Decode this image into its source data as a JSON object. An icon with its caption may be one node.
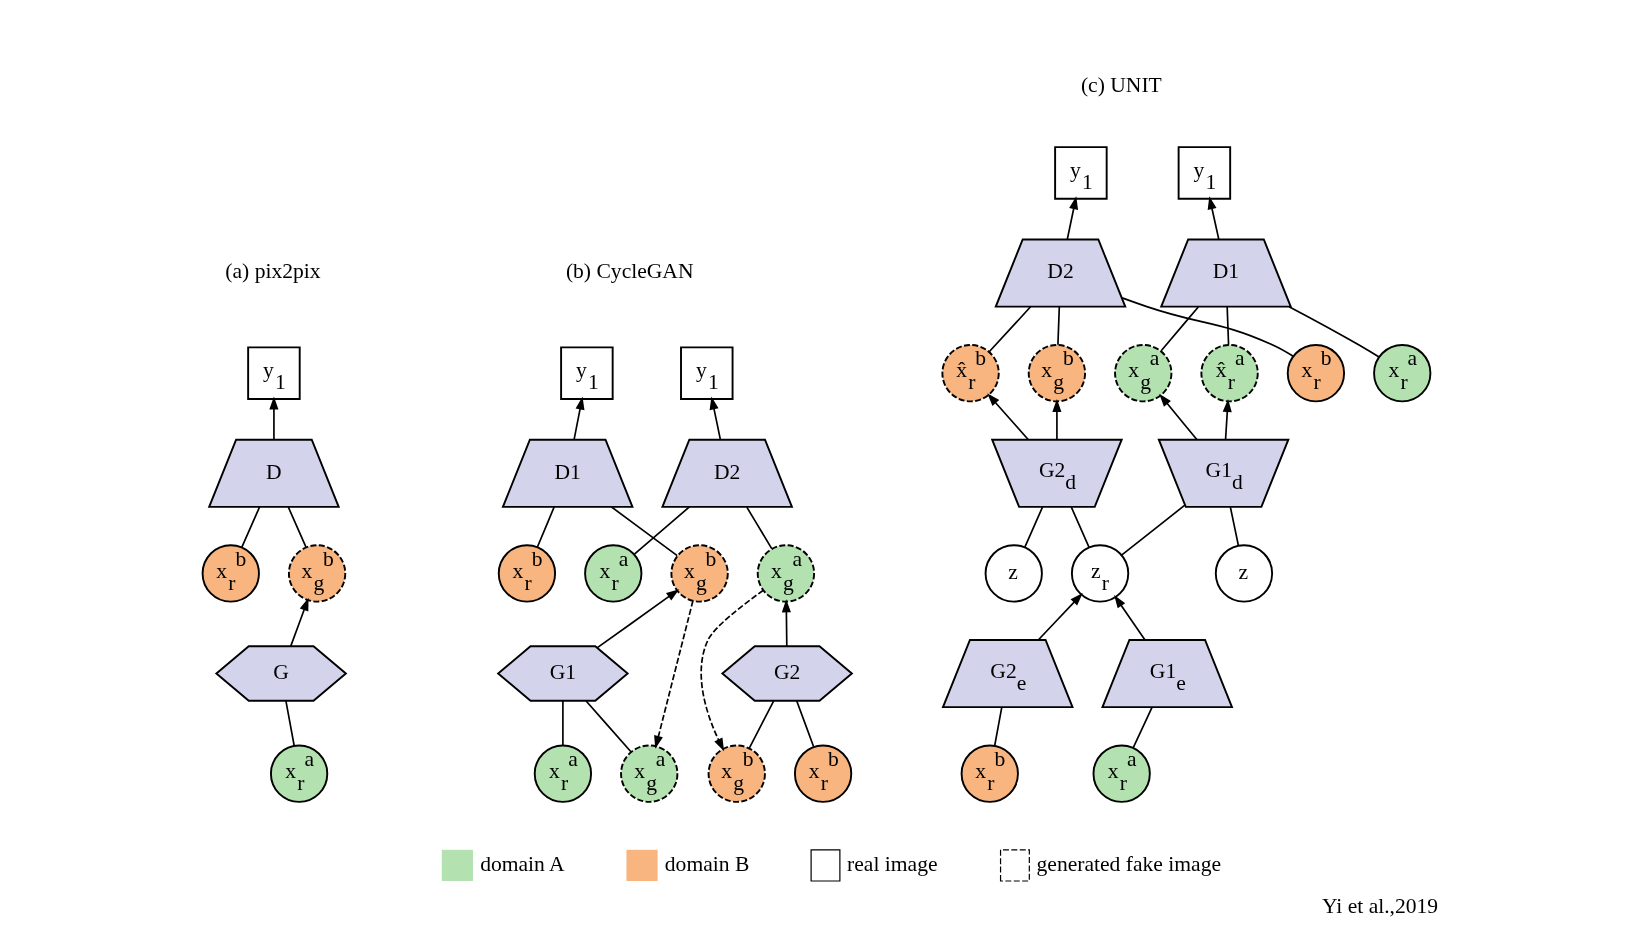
{
  "diagram": {
    "caption": "Yi et al.,2019",
    "nodes": [
      {
        "text": [
          "y$_{1}$"
        ]
      },
      {
        "text": [
          "D"
        ]
      },
      {
        "text": [
          "x$_{g}$$^{b}$"
        ]
      },
      {
        "text": [
          "x$_{r}$$^{b}$"
        ]
      },
      {
        "text": [
          "G"
        ]
      },
      {
        "text": [
          "x$_{r}$$^{a}$"
        ]
      },
      {
        "text": [
          "y$_{1}$"
        ]
      },
      {
        "text": [
          "D2"
        ]
      },
      {
        "text": [
          "x$_{r}$$^{a}$"
        ]
      },
      {
        "text": [
          "x$_{g}$$^{a}$"
        ]
      },
      {
        "text": [
          "G2"
        ]
      },
      {
        "text": [
          "x$_{r}$$^{b}$"
        ]
      },
      {
        "text": [
          "x$_{g}$$^{b}$"
        ]
      },
      {
        "text": [
          "y$_{1}$"
        ]
      },
      {
        "text": [
          "D1"
        ]
      },
      {
        "text": [
          "x$_{g}$$^{b}$"
        ]
      },
      {
        "text": [
          "x$_{r}$$^{b}$"
        ]
      },
      {
        "text": [
          "G1"
        ]
      },
      {
        "text": [
          "x$_{g}$$^{a}$"
        ]
      },
      {
        "text": [
          "x$_{r}$$^{a}$"
        ]
      },
      {
        "text": [
          "y$_{1}$"
        ]
      },
      {
        "text": [
          "y$_{1}$"
        ]
      },
      {
        "text": [
          "D1"
        ]
      },
      {
        "text": [
          "D2"
        ]
      },
      {
        "text": [
          "x$_{r}$$^{a}$"
        ]
      },
      {
        "text": [
          "x$_{g}$$^{a}$"
        ]
      },
      {
        "text": [
          "x̂$_{r}$$^{a}$"
        ]
      },
      {
        "text": [
          "x$_{g}$$^{b}$"
        ]
      },
      {
        "text": [
          "x̂$_{r}$$^{b}$"
        ]
      },
      {
        "text": [
          "x$_{r}$$^{b}$"
        ]
      },
      {
        "text": [
          "G1$_{d}$"
        ]
      },
      {
        "text": [
          "G2$_{d}$"
        ]
      },
      {
        "text": [
          "z"
        ]
      },
      {
        "text": [
          "z$_{r}$"
        ]
      },
      {
        "text": [
          "z"
        ]
      },
      {
        "text": [
          "G1$_{e}$"
        ]
      },
      {
        "text": [
          "G2$_{e}$"
        ]
      },
      {
        "text": [
          "x$_{r}$$^{a}$"
        ]
      },
      {
        "text": [
          "x$_{r}$$^{b}$"
        ]
      }
    ],
    "edges": [
      {
        "from": 1,
        "to": 0,
        "arrow": "to"
      },
      {
        "from": 2,
        "to": 1,
        "arrow": "none"
      },
      {
        "from": 3,
        "to": 1,
        "arrow": "none"
      },
      {
        "from": 4,
        "to": 2,
        "arrow": "to"
      },
      {
        "from": 5,
        "to": 4,
        "arrow": "none"
      },
      {
        "from": 7,
        "to": 6,
        "arrow": "to"
      },
      {
        "from": 8,
        "to": 7,
        "arrow": "none"
      },
      {
        "from": 9,
        "to": 7,
        "arrow": "none"
      },
      {
        "from": 10,
        "to": 9,
        "arrow": "to"
      },
      {
        "from": 11,
        "to": 10,
        "arrow": "none"
      },
      {
        "from": 12,
        "to": 10,
        "arrow": "none"
      },
      {
        "from": 9,
        "to": 12,
        "arrow": "to",
        "style": "dashed"
      },
      {
        "from": 15,
        "to": 18,
        "arrow": "to",
        "style": "dashed"
      },
      {
        "from": 14,
        "to": 13,
        "arrow": "to"
      },
      {
        "from": 15,
        "to": 14,
        "arrow": "none"
      },
      {
        "from": 16,
        "to": 14,
        "arrow": "none"
      },
      {
        "from": 17,
        "to": 15,
        "arrow": "to"
      },
      {
        "from": 18,
        "to": 17,
        "arrow": "none"
      },
      {
        "from": 19,
        "to": 17,
        "arrow": "none"
      },
      {
        "from": 22,
        "to": 20,
        "arrow": "to"
      },
      {
        "from": 23,
        "to": 21,
        "arrow": "to"
      },
      {
        "from": 24,
        "to": 22,
        "arrow": "none"
      },
      {
        "from": 25,
        "to": 22,
        "arrow": "none"
      },
      {
        "from": 26,
        "to": 22,
        "arrow": "none"
      },
      {
        "from": 27,
        "to": 23,
        "arrow": "none"
      },
      {
        "from": 28,
        "to": 23,
        "arrow": "none"
      },
      {
        "from": 29,
        "to": 23,
        "arrow": "none"
      },
      {
        "from": 30,
        "to": 25,
        "arrow": "to"
      },
      {
        "from": 30,
        "to": 26,
        "arrow": "to"
      },
      {
        "from": 31,
        "to": 27,
        "arrow": "to"
      },
      {
        "from": 31,
        "to": 28,
        "arrow": "to"
      },
      {
        "from": 32,
        "to": 30,
        "arrow": "none"
      },
      {
        "from": 33,
        "to": 30,
        "arrow": "none"
      },
      {
        "from": 33,
        "to": 31,
        "arrow": "none"
      },
      {
        "from": 34,
        "to": 31,
        "arrow": "none"
      },
      {
        "from": 35,
        "to": 33,
        "arrow": "to"
      },
      {
        "from": 36,
        "to": 33,
        "arrow": "to"
      },
      {
        "from": 37,
        "to": 35,
        "arrow": "none"
      },
      {
        "from": 38,
        "to": 36,
        "arrow": "none"
      }
    ],
    "labels": [
      "(a) pix2pix",
      "(b) CycleGAN",
      "(c) UNIT"
    ],
    "legend": [
      {
        "text": "domain A",
        "color": "#b3e2b0"
      },
      {
        "text": "domain B",
        "color": "#f8b57f"
      },
      {
        "text": "real image"
      },
      {
        "text": "generated fake image"
      }
    ]
  }
}
